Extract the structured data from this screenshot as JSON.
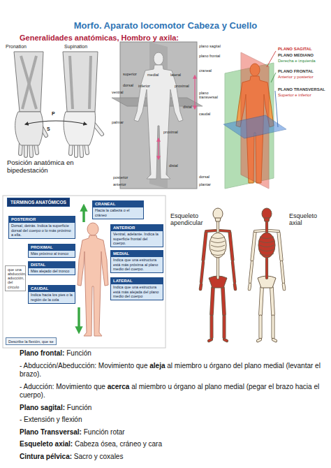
{
  "diagram": {
    "title": "Morfo. Aparato locomotor Cabeza y Cuello",
    "nodes": [
      {
        "text": [
          "TERMINOS ANATÓMICOS"
        ]
      },
      {
        "text": [
          "CRANEAL",
          "Hacia la cabeza o el cráneo"
        ]
      },
      {
        "text": [
          "POSTERIOR",
          "Dorsal, detrás. Indica la superficie dorsal del cuerpo o lo más próximo a ella."
        ]
      },
      {
        "text": [
          "ANTERIOR",
          "Ventral, adelante. Indica la superficie frontal del cuerpo."
        ]
      },
      {
        "text": [
          "PROXIMAL",
          "Más próximo al tronco"
        ]
      },
      {
        "text": [
          "MEDIAL",
          "Indica que una estructura está más próxima al plano medio del cuerpo."
        ]
      },
      {
        "text": [
          "DISTAL",
          "Más alejado del tronco"
        ]
      },
      {
        "text": [
          "LATERAL",
          "Indica que una estructura está más alejada del plano medio del cuerpo"
        ]
      },
      {
        "text": [
          "que una abducción, aducción, del círculo"
        ]
      },
      {
        "text": [
          "CAUDAL",
          "Indica hacia los pies o la región de la cola"
        ]
      },
      {
        "text": [
          "Describe la flexión, que se"
        ]
      }
    ],
    "labels": [
      "Generalidades anatómicas, Hombro y axila:",
      "Pronation",
      "Supination",
      "P",
      "S",
      "Posición anatómica en bipedestación",
      "plano sagital",
      "plano frontal",
      "superior",
      "medial",
      "lateral",
      "craneal",
      "dorsal",
      "ventral",
      "inferior",
      "proximal",
      "plano transversal",
      "palmar",
      "caudal",
      "proximal",
      "distal",
      "distal",
      "posterior",
      "anterior",
      "dorsal",
      "plantar",
      "PLANO SAGITAL",
      "PLANO MEDIANO",
      "Derecha e izquierda",
      "PLANO FRONTAL",
      "Anterior y posterior",
      "PLANO TRANSVERSAL",
      "Superior e inferior",
      "Esqueleto apendicular",
      "Esqueleto axial",
      "Plano frontal:",
      "Función",
      "- Abducción/Abeducción: Movimiento que",
      "aleja",
      "al miembro u órgano del plano medial (levantar el brazo).",
      "- Aducción: Movimiento que",
      "acerca",
      "al miembro u órgano al plano medial (pegar el brazo hacia el cuerpo).",
      "Plano sagital:",
      "Función",
      "- Extensión y flexión",
      "Plano Transversal:",
      "Función rotar",
      "Esqueleto axial:",
      "Cabeza ósea, cráneo y cara",
      "Cintura pélvica:",
      "Sacro y coxales"
    ]
  }
}
